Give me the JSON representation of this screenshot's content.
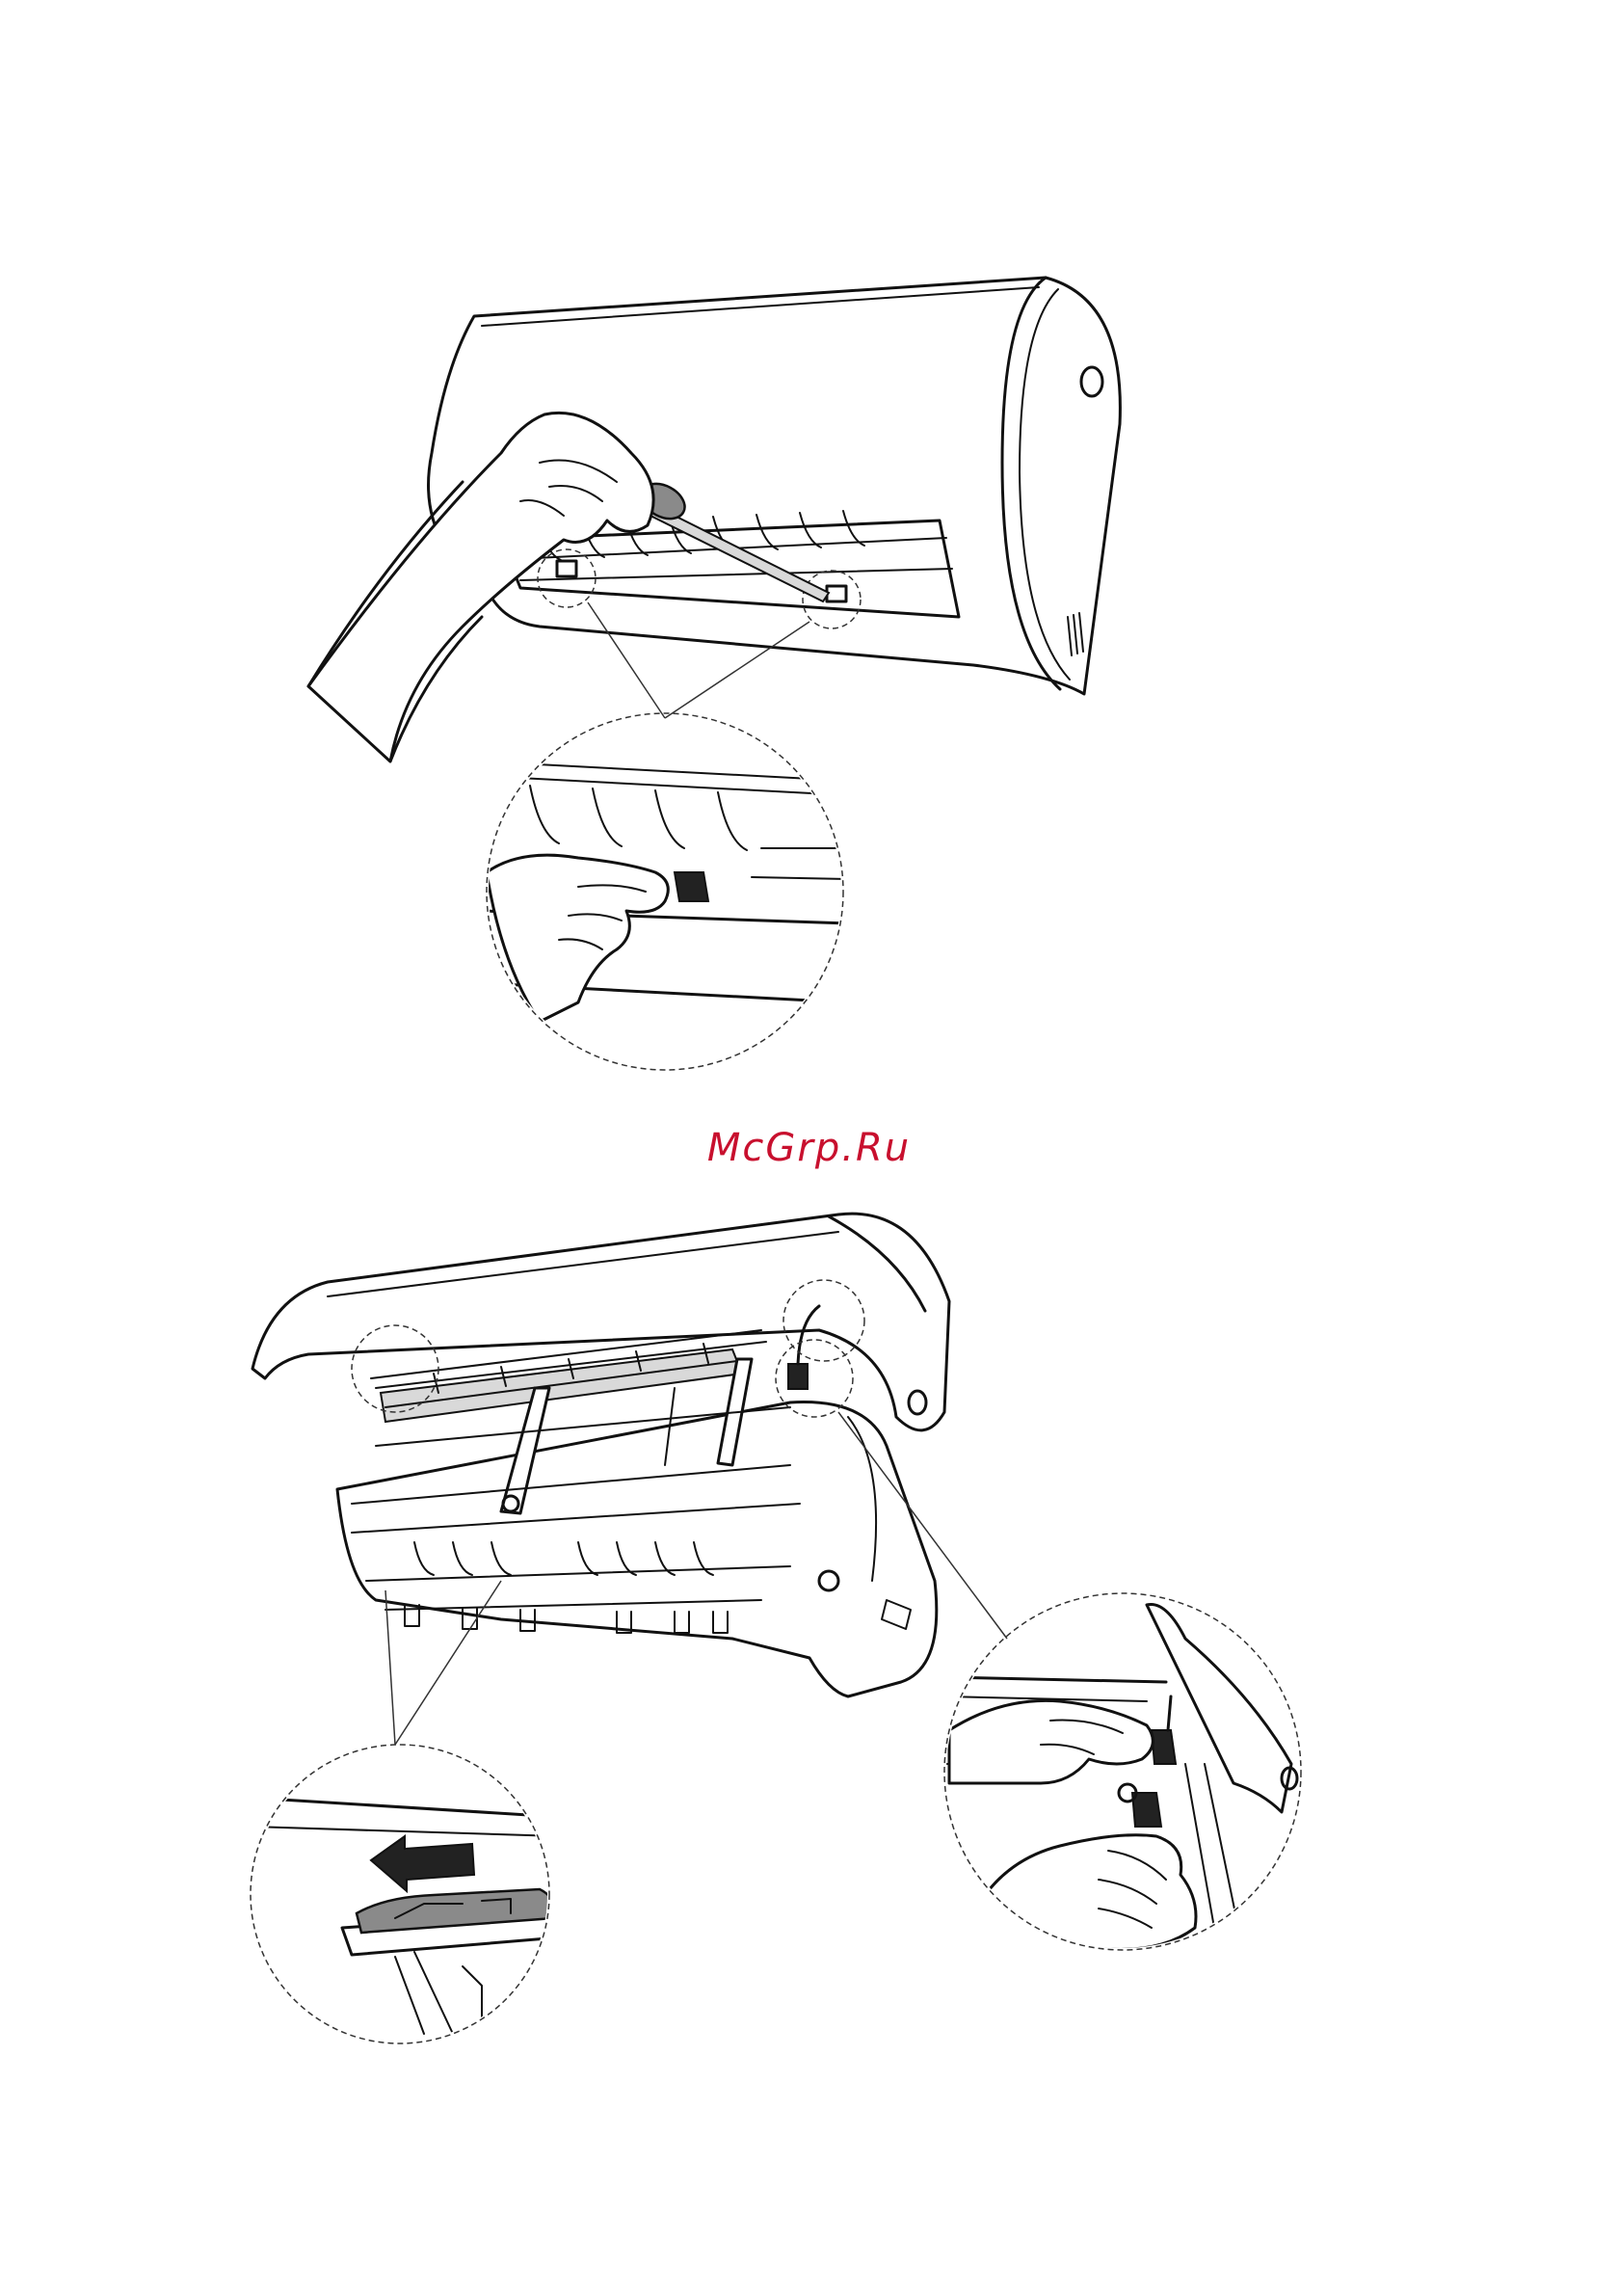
{
  "watermark": {
    "text": "McGrp.Ru",
    "color": "#c8102e"
  },
  "figures": [
    {
      "id": "figure-1",
      "icon": "front-panel-removal-illustration"
    },
    {
      "id": "figure-2",
      "icon": "filter-and-connector-illustration"
    }
  ]
}
